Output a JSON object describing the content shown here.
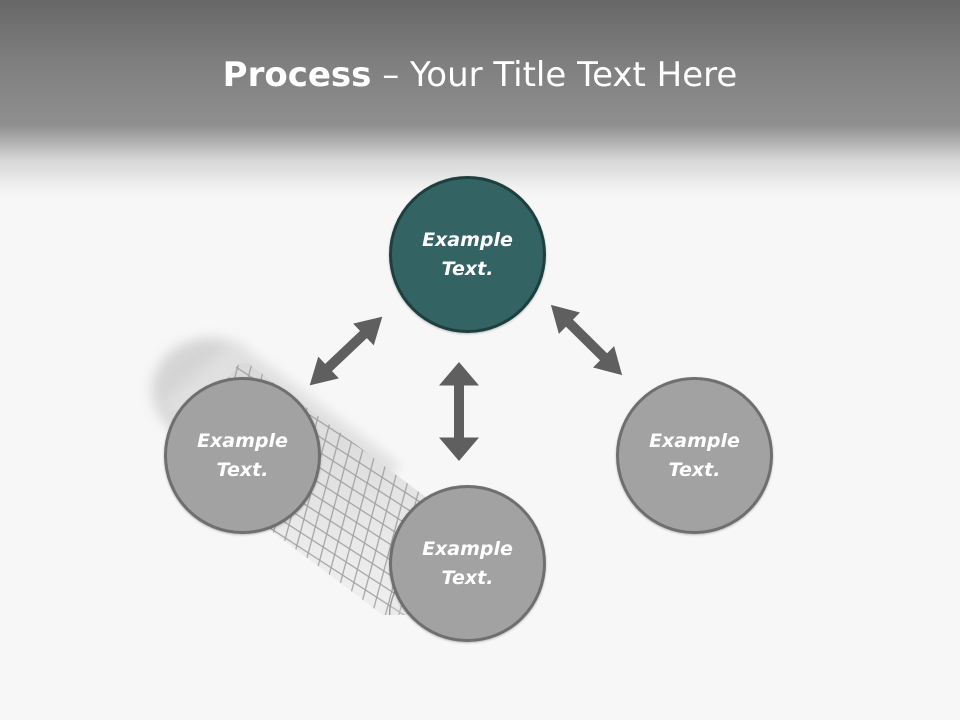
{
  "title": {
    "bold": "Process",
    "separator": " – ",
    "rest": "Your Title Text Here"
  },
  "nodes": {
    "top": "Example Text.",
    "left": "Example Text.",
    "bottom": "Example Text.",
    "right": "Example Text."
  },
  "colors": {
    "accent": "#346363",
    "node_gray": "#a2a2a2",
    "arrow": "#5f5f5f",
    "header": "#7e7e7e"
  },
  "decoration": {
    "background_image": "stent-mesh-tube"
  }
}
